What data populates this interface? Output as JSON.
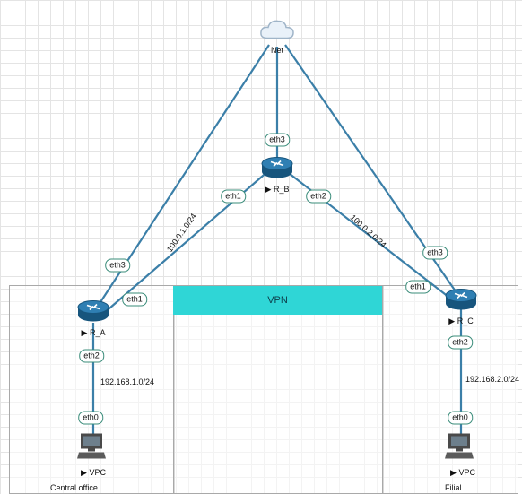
{
  "cloud": {
    "label": "Net",
    "icon": "cloud-icon"
  },
  "routers": {
    "r_a": {
      "label": "▶ R_A",
      "icon": "router-icon"
    },
    "r_b": {
      "label": "▶ R_B",
      "icon": "router-icon"
    },
    "r_c": {
      "label": "▶ R_C",
      "icon": "router-icon"
    }
  },
  "pcs": {
    "left": {
      "label": "▶ VPC",
      "icon": "computer-icon"
    },
    "right": {
      "label": "▶ VPC",
      "icon": "computer-icon"
    }
  },
  "ports": {
    "rb_eth3": "eth3",
    "rb_eth1": "eth1",
    "rb_eth2": "eth2",
    "ra_eth3": "eth3",
    "ra_eth1": "eth1",
    "ra_eth2": "eth2",
    "rc_eth3": "eth3",
    "rc_eth1": "eth1",
    "rc_eth2": "eth2",
    "pc_left_eth0": "eth0",
    "pc_right_eth0": "eth0"
  },
  "networks": {
    "ab_link": "100.0.1.0/24",
    "bc_link": "100.0.2.0/24",
    "left_lan": "192.168.1.0/24",
    "right_lan": "192.168.2.0/24"
  },
  "zones": {
    "vpn": "VPN",
    "central": "Central office",
    "filial": "Filial"
  },
  "colors": {
    "link": "#3b7fa8",
    "port_border": "#3a8c7a",
    "vpn_fill": "#2fd6d6",
    "router_body": "#1f6fa0",
    "grid": "#e4e4e4"
  }
}
